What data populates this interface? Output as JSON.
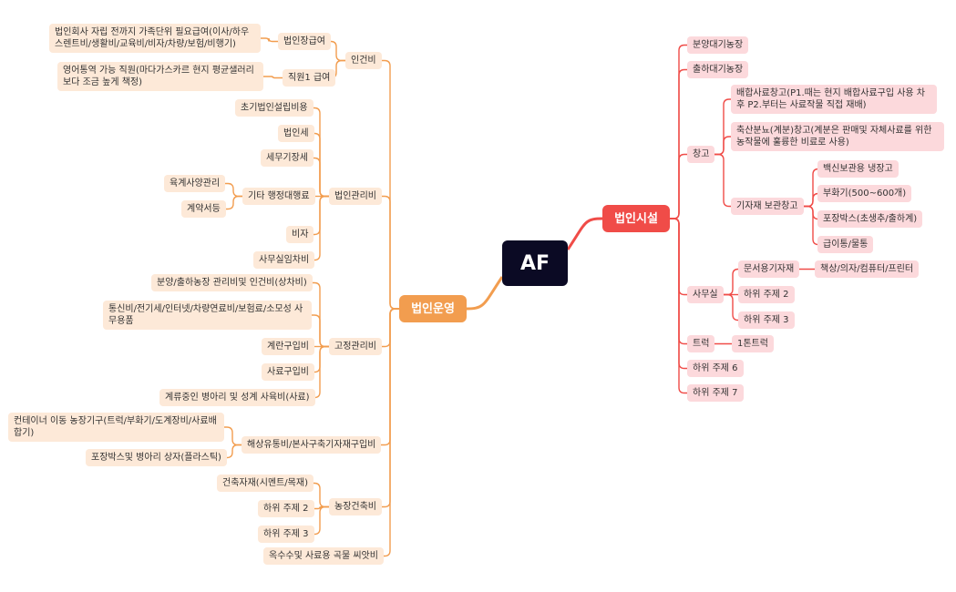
{
  "colors": {
    "left_branch": "#f29d4f",
    "right_branch": "#f04c48",
    "left_fill": "#fde9d8",
    "right_fill": "#fcd9dc",
    "root_fill": "#0b0a24"
  },
  "root": {
    "label": "AF"
  },
  "left": {
    "label": "법인운영",
    "branches": [
      {
        "label": "인건비",
        "children": [
          {
            "label": "법인장급여",
            "children": [
              {
                "label": "법인회사 자립 전까지 가족단위 필요급여(이사/하우스렌트비/생활비/교육비/비자/차량/보험/비행기)"
              }
            ]
          },
          {
            "label": "직원1 급여",
            "children": [
              {
                "label": "영어통역 가능 직원(마다가스카르 현지 평균샐러리보다 조금 높게 책정)"
              }
            ]
          }
        ]
      },
      {
        "label": "법인관리비",
        "children": [
          {
            "label": "초기법인설립비용"
          },
          {
            "label": "법인세"
          },
          {
            "label": "세무기장세"
          },
          {
            "label": "기타 행정대행료",
            "children": [
              {
                "label": "육계사양관리"
              },
              {
                "label": "계약서등"
              }
            ]
          },
          {
            "label": "비자"
          },
          {
            "label": "사무실임차비"
          }
        ]
      },
      {
        "label": "고정관리비",
        "children": [
          {
            "label": "분양/출하농장 관리비및 인건비(상차비)"
          },
          {
            "label": "통신비/전기세/인터넷/차량연료비/보험료/소모성 사무용품"
          },
          {
            "label": "계란구입비"
          },
          {
            "label": "사료구입비"
          },
          {
            "label": "계류중인 병아리 및 성계 사육비(사료)"
          }
        ]
      },
      {
        "label": "해상유통비/본사구축기자재구입비",
        "children": [
          {
            "label": "컨테이너 이동 농장기구(트럭/부화기/도계장비/사료배합기)"
          },
          {
            "label": "포장박스및 병아리 상자(플라스틱)"
          }
        ]
      },
      {
        "label": "농장건축비",
        "children": [
          {
            "label": "건축자재(시멘트/목재)"
          },
          {
            "label": "하위 주제 2"
          },
          {
            "label": "하위 주제 3"
          }
        ]
      },
      {
        "label": "옥수수및 사료용 곡물 씨앗비"
      }
    ]
  },
  "right": {
    "label": "법인시설",
    "branches": [
      {
        "label": "분양대기농장"
      },
      {
        "label": "출하대기농장"
      },
      {
        "label": "창고",
        "children": [
          {
            "label": "배합사료창고(P1.때는 현지 배합사료구입 사용 차후 P2.부터는 사료작물 직접 재배)"
          },
          {
            "label": "축산분뇨(계분)창고(계분은 판매및 자체사료를 위한 농작물에 훌륭한 비료로 사용)"
          },
          {
            "label": "기자재 보관창고",
            "children": [
              {
                "label": "백신보관용 냉장고"
              },
              {
                "label": "부화기(500~600개)"
              },
              {
                "label": "포장박스(초생추/출하계)"
              },
              {
                "label": "급이통/물통"
              }
            ]
          }
        ]
      },
      {
        "label": "사무실",
        "children": [
          {
            "label": "문서용기자재",
            "children": [
              {
                "label": "책상/의자/컴퓨터/프린터"
              }
            ]
          },
          {
            "label": "하위 주제 2"
          },
          {
            "label": "하위 주제 3"
          }
        ]
      },
      {
        "label": "트럭",
        "children": [
          {
            "label": "1톤트럭"
          }
        ]
      },
      {
        "label": "하위 주제 6"
      },
      {
        "label": "하위 주제 7"
      }
    ]
  }
}
